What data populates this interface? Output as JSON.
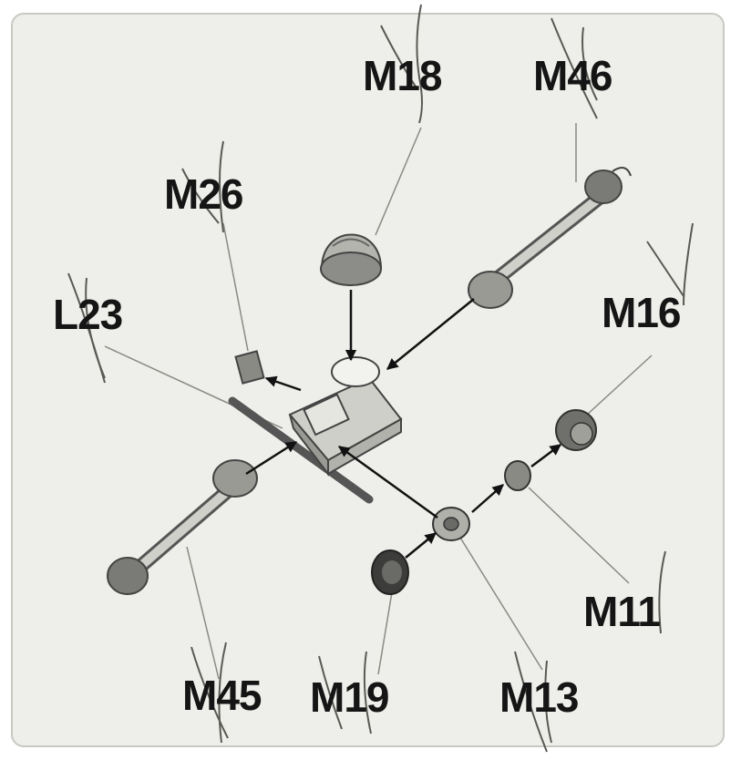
{
  "labels": {
    "m18": "M18",
    "m46": "M46",
    "m26": "M26",
    "l23": "L23",
    "m16": "M16",
    "m11": "M11",
    "m45": "M45",
    "m19": "M19",
    "m13": "M13"
  },
  "colors": {
    "background": "#eeeeea",
    "line": "#8a8a85",
    "arrow": "#111111",
    "part_dark": "#4a4a48",
    "part_mid": "#8c8c88",
    "part_light": "#d6d6d0",
    "handwriting": "#5a5a55"
  }
}
